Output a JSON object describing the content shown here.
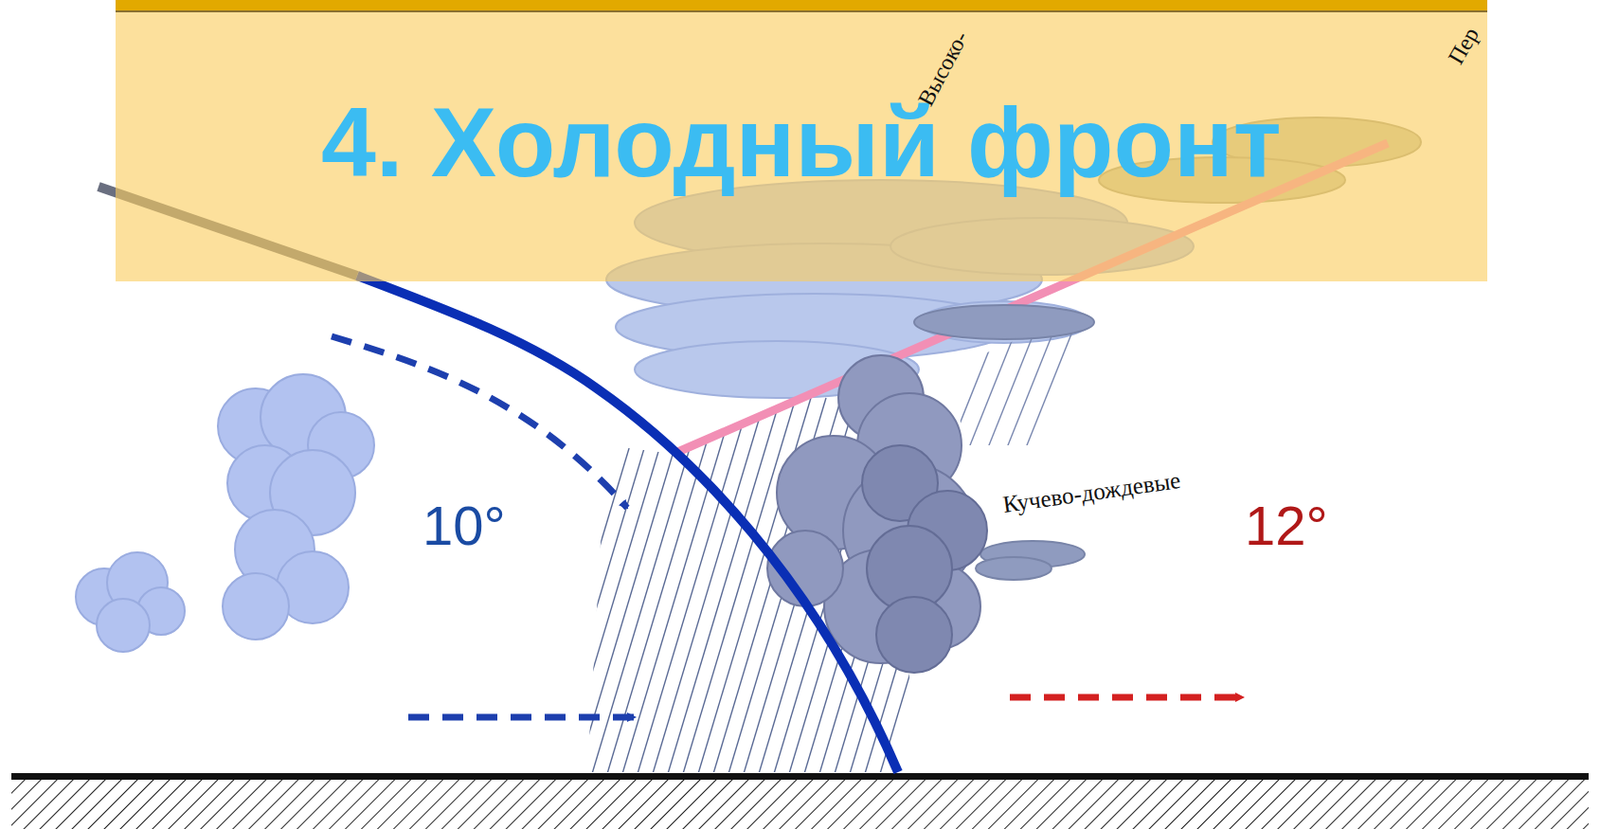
{
  "diagram": {
    "title": "4. Холодный фронт",
    "labels": [
      "Высоко-",
      "Пер",
      "Кучево-дождевые",
      "10°",
      "12°"
    ]
  }
}
